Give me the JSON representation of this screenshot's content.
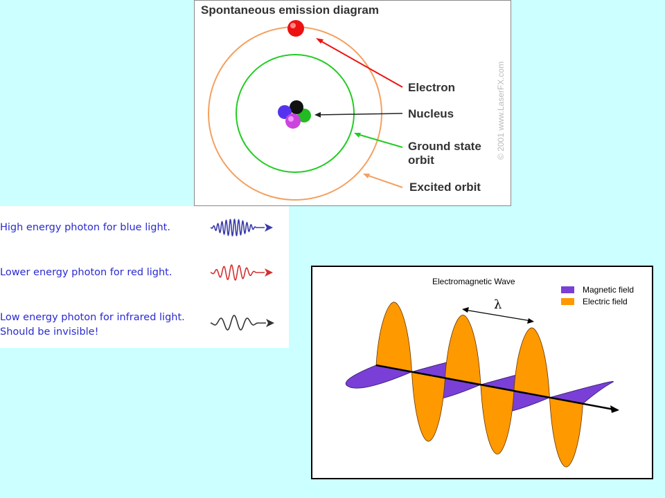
{
  "spontaneous": {
    "title": "Spontaneous emission diagram",
    "copyright": "© 2001 www.LaserFX.com",
    "labels": {
      "electron": "Electron",
      "nucleus": "Nucleus",
      "ground_line1": "Ground state",
      "ground_line2": "orbit",
      "excited": "Excited orbit"
    },
    "colors": {
      "electron": "#ee1111",
      "ground_orbit": "#22cc22",
      "excited_orbit": "#f4a060"
    }
  },
  "photons": {
    "items": [
      {
        "line1": "High energy photon for blue light.",
        "line2": "",
        "color": "#3a3aa8"
      },
      {
        "line1": "Lower energy photon for red light.",
        "line2": "",
        "color": "#d43030"
      },
      {
        "line1": "Low energy photon for infrared light.",
        "line2": "Should be invisible!",
        "color": "#333333"
      }
    ]
  },
  "em_wave": {
    "title": "Electromagnetic Wave",
    "legend": [
      {
        "label": "Magnetic field",
        "color": "#7a3fd6"
      },
      {
        "label": "Electric field",
        "color": "#ff9900"
      }
    ],
    "wavelength_symbol": "λ"
  }
}
